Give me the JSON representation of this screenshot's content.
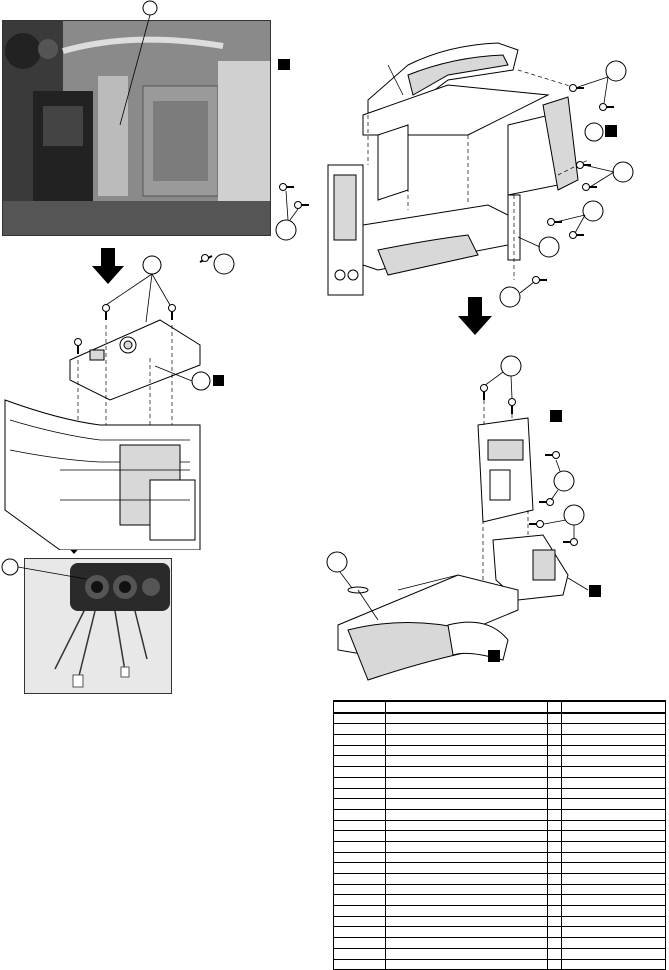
{
  "figure": {
    "labels": [],
    "callouts": [],
    "part_markers": [],
    "arrows": [
      "down-arrow",
      "down-arrow",
      "down-arrow"
    ]
  },
  "parts_table": {
    "headers": [
      "",
      "",
      "",
      ""
    ],
    "rows": [
      [
        "",
        "",
        "",
        ""
      ],
      [
        "",
        "",
        "",
        ""
      ],
      [
        "",
        "",
        "",
        ""
      ],
      [
        "",
        "",
        "",
        ""
      ],
      [
        "",
        "",
        "",
        ""
      ],
      [
        "",
        "",
        "",
        ""
      ],
      [
        "",
        "",
        "",
        ""
      ],
      [
        "",
        "",
        "",
        ""
      ],
      [
        "",
        "",
        "",
        ""
      ],
      [
        "",
        "",
        "",
        ""
      ],
      [
        "",
        "",
        "",
        ""
      ],
      [
        "",
        "",
        "",
        ""
      ],
      [
        "",
        "",
        "",
        ""
      ],
      [
        "",
        "",
        "",
        ""
      ],
      [
        "",
        "",
        "",
        ""
      ],
      [
        "",
        "",
        "",
        ""
      ],
      [
        "",
        "",
        "",
        ""
      ],
      [
        "",
        "",
        "",
        ""
      ],
      [
        "",
        "",
        "",
        ""
      ],
      [
        "",
        "",
        "",
        ""
      ],
      [
        "",
        "",
        "",
        ""
      ],
      [
        "",
        "",
        "",
        ""
      ],
      [
        "",
        "",
        "",
        ""
      ],
      [
        "",
        "",
        "",
        ""
      ]
    ]
  },
  "colors": {
    "ink": "#000000",
    "photo_dark": "#2b2b2b",
    "photo_light": "#cfcfcf",
    "paper": "#ffffff"
  }
}
